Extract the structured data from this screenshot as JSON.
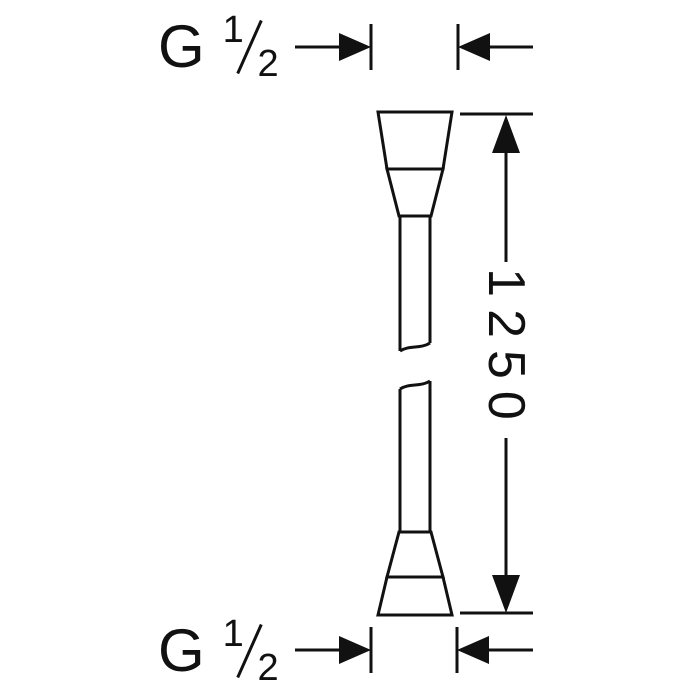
{
  "page": {
    "background": "#ffffff",
    "ink": "#111111",
    "kind": "technical dimension drawing of a shower hose"
  },
  "annotations": {
    "top_thread": {
      "letter": "G",
      "numerator": "1",
      "denominator": "2"
    },
    "bottom_thread": {
      "letter": "G",
      "numerator": "1",
      "denominator": "2"
    },
    "length": {
      "value": "1250"
    }
  }
}
